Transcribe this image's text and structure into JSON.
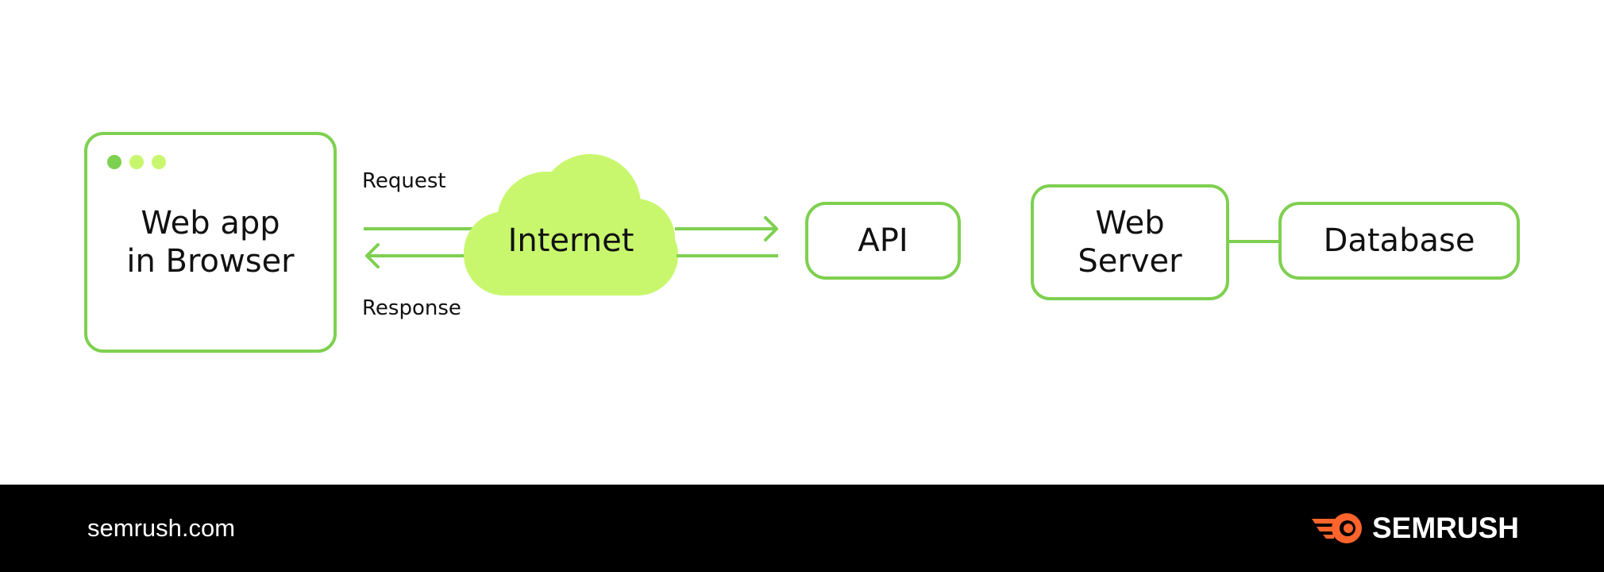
{
  "diagram": {
    "nodes": {
      "browser": {
        "line1": "Web app",
        "line2": "in Browser"
      },
      "internet": {
        "label": "Internet"
      },
      "api": {
        "label": "API"
      },
      "web_server": {
        "line1": "Web",
        "line2": "Server"
      },
      "database": {
        "label": "Database"
      }
    },
    "edges": {
      "request": {
        "label": "Request"
      },
      "response": {
        "label": "Response"
      }
    }
  },
  "footer": {
    "url": "semrush.com",
    "brand": "SEMRUSH"
  },
  "colors": {
    "stroke": "#7ed050",
    "cloud_fill": "#c8f76e",
    "dot_dark": "#7ed050",
    "dot_light": "#c8f76e",
    "footer_bg": "#000000",
    "brand_orange": "#ff642d"
  }
}
